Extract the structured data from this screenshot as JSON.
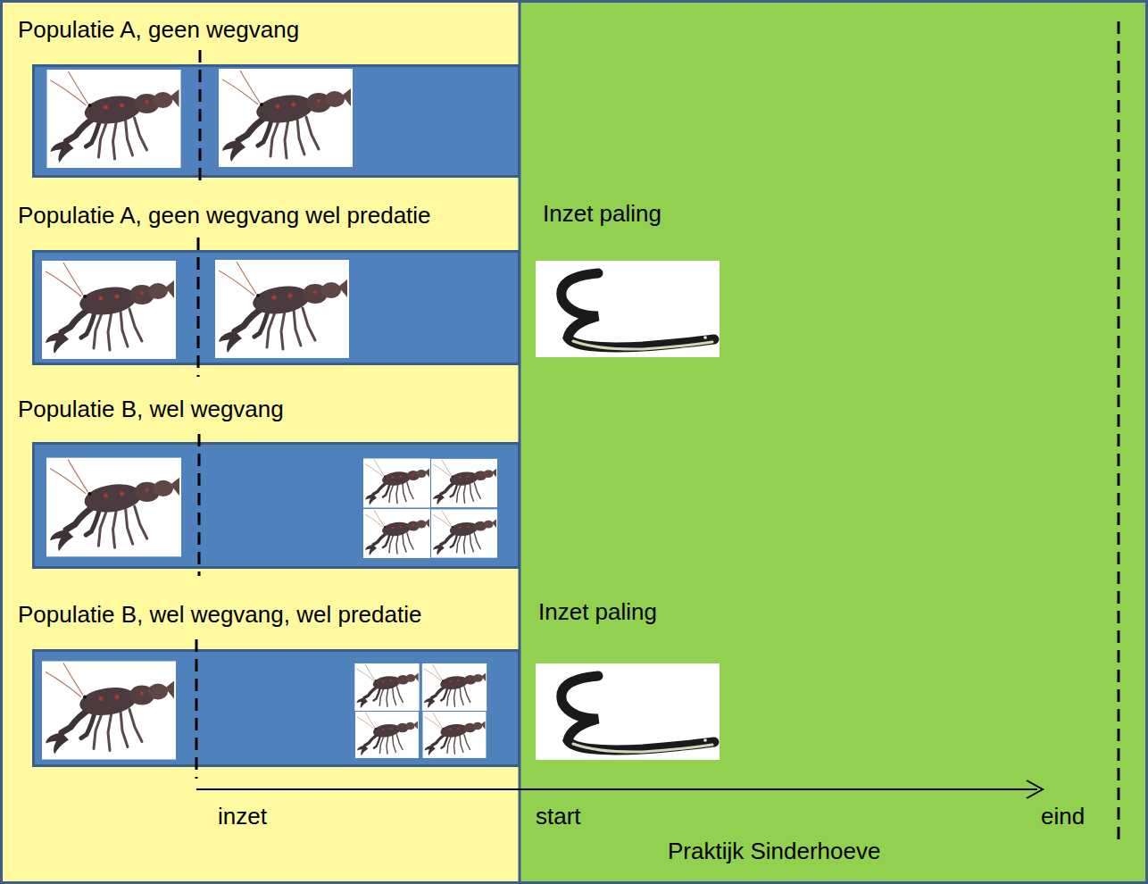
{
  "diagram": {
    "nodes": [
      {
        "text": [
          "Populatie A, geen wegvang"
        ]
      },
      {
        "text": [
          "Populatie A, geen wegvang wel predatie"
        ]
      },
      {
        "text": [
          "Populatie B, wel wegvang"
        ]
      },
      {
        "text": [
          "Populatie B, wel wegvang, wel predatie"
        ]
      },
      {
        "text": [
          "Praktijk Sinderhoeve"
        ]
      }
    ],
    "labels": [
      "Inzet paling",
      "Inzet paling",
      "inzet",
      "start",
      "eind"
    ]
  }
}
